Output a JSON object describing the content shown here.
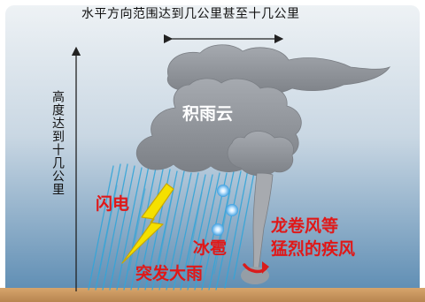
{
  "labels": {
    "horizontal_range": "水平方向范围达到几公里甚至十几公里",
    "height": "高度达到十几公里",
    "cloud": "积雨云",
    "lightning": "闪电",
    "hail": "冰雹",
    "heavy_rain": "突发大雨",
    "tornado_line1": "龙卷风等",
    "tornado_line2": "猛烈的疾风"
  },
  "colors": {
    "sky_top": "#e9eef2",
    "sky_bottom": "#5b8bb2",
    "cloud": "#8f9399",
    "rain": "#34a5d8",
    "lightning": "#f5e000",
    "hail": "#5fb4ea",
    "ground": "#c4925c",
    "label_red": "#e01818",
    "tornado_arrow": "#d91c1c"
  },
  "icons": {
    "lightning": "lightning-bolt-icon",
    "hail": "hailstone-icon",
    "tornado": "tornado-funnel-icon",
    "arrow": "rotation-arrow-icon"
  }
}
